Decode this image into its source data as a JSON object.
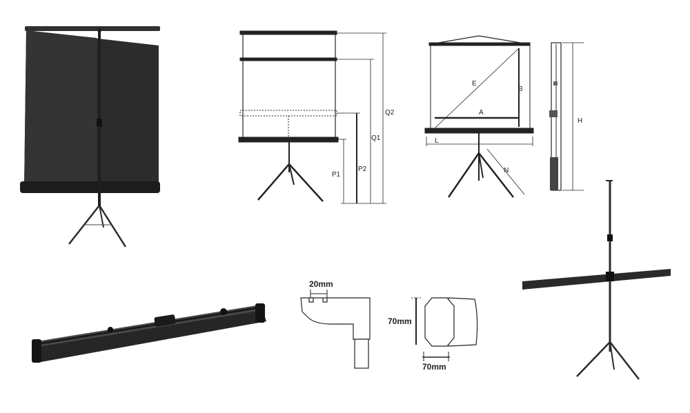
{
  "colors": {
    "screen_surface": "#2c2c2c",
    "frame": "#1e1e1e",
    "metal": "#3a3a3a",
    "line_drawing": "#222222",
    "background": "#ffffff"
  },
  "front_view": {
    "labels": {
      "q2": "Q2",
      "q1": "Q1",
      "p1": "P1",
      "p2": "P2"
    }
  },
  "dimension_view": {
    "labels": {
      "e": "E",
      "b": "B",
      "a": "A",
      "l": "L",
      "n": "N"
    }
  },
  "side_view": {
    "labels": {
      "h": "H"
    }
  },
  "hook_detail": {
    "width_label": "20mm"
  },
  "profile_detail": {
    "height_label": "70mm",
    "width_label": "70mm"
  }
}
